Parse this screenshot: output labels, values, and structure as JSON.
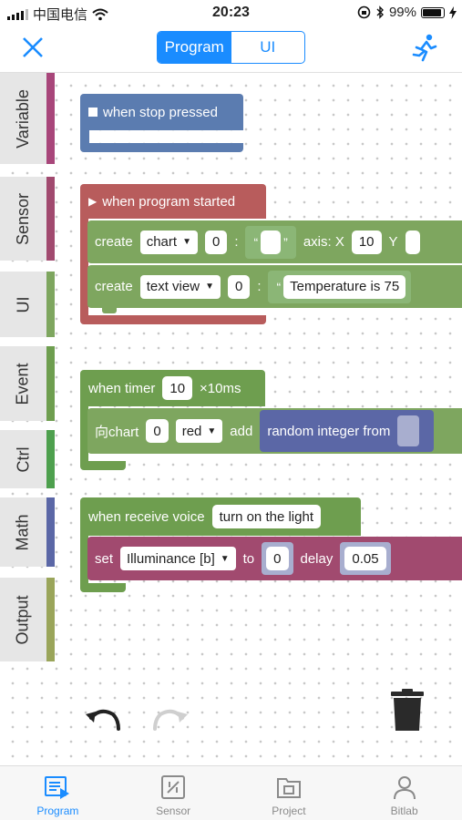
{
  "status_bar": {
    "carrier": "中国电信",
    "time": "20:23",
    "battery": "99%"
  },
  "header": {
    "tabs": [
      {
        "label": "Program",
        "active": true
      },
      {
        "label": "UI",
        "active": false
      }
    ]
  },
  "categories": [
    {
      "label": "Variable",
      "color": "#a8467a"
    },
    {
      "label": "Sensor",
      "color": "#a14a6f"
    },
    {
      "label": "UI",
      "color": "#7ea65f"
    },
    {
      "label": "Event",
      "color": "#6e9e4f"
    },
    {
      "label": "Ctrl",
      "color": "#4ea04e"
    },
    {
      "label": "Math",
      "color": "#5b67a6"
    },
    {
      "label": "Output",
      "color": "#9aa55a"
    }
  ],
  "blocks": {
    "stop": {
      "label": "when stop pressed"
    },
    "start": {
      "label": "when program started",
      "create_chart": {
        "create": "create",
        "widget": "chart",
        "index": "0",
        "colon": ":",
        "quote_open": "“",
        "quote_close": "”",
        "axis_x_label": "axis: X",
        "axis_x_value": "10",
        "axis_y_label": "Y"
      },
      "create_text": {
        "create": "create",
        "widget": "text view",
        "index": "0",
        "colon": ":",
        "quote_open": "“",
        "text": "Temperature is 75"
      }
    },
    "timer": {
      "label": "when timer",
      "interval": "10",
      "unit": "×10ms",
      "add": {
        "prefix": "向chart",
        "index": "0",
        "color": "red",
        "verb": "add",
        "func": "random integer from"
      }
    },
    "voice": {
      "label": "when receive voice",
      "phrase": "turn on the light",
      "set": {
        "set": "set",
        "target": "Illuminance [b]",
        "to": "to",
        "value": "0",
        "delay": "delay",
        "delay_value": "0.05"
      }
    }
  },
  "tabbar": [
    {
      "label": "Program",
      "icon": "program-icon",
      "active": true
    },
    {
      "label": "Sensor",
      "icon": "sensor-icon",
      "active": false
    },
    {
      "label": "Project",
      "icon": "project-icon",
      "active": false
    },
    {
      "label": "Bitlab",
      "icon": "bitlab-icon",
      "active": false
    }
  ],
  "colors": {
    "accent": "#1a8cff",
    "event_block": "#6e9e4f",
    "start_block": "#b85c5c",
    "stop_block": "#5b7cb0",
    "ui_block": "#7ea65f",
    "math_block": "#5b67a6",
    "output_block": "#a14a6f"
  }
}
